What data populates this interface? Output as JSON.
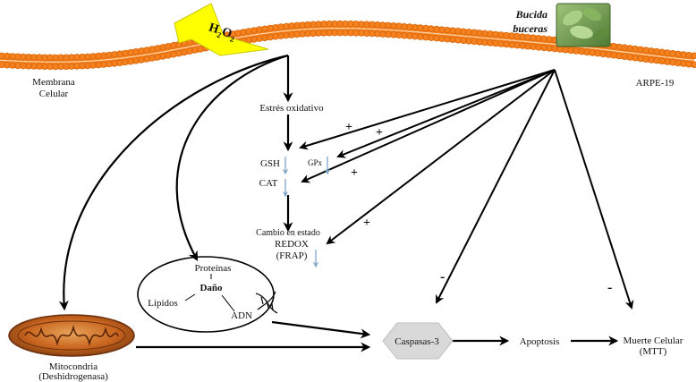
{
  "labels": {
    "membrane_line1": "Membrana",
    "membrane_line2": "Celular",
    "cell_line": "ARPE-19",
    "plant_line1": "Bucida",
    "plant_line2": "buceras",
    "stressor_main": "H",
    "stressor_sub1": "2",
    "stressor_mid": "O",
    "stressor_sub2": "2",
    "oxidative_stress": "Estrés oxidativo",
    "gsh": "GSH",
    "gpx": "GPx",
    "cat": "CAT",
    "redox_line1": "Cambio en estado",
    "redox_line2": "REDOX",
    "redox_line3": "(FRAP)",
    "proteins": "Proteínas",
    "damage": "Daño",
    "lipids": "Lípidos",
    "dna": "ADN",
    "mito_line1": "Mitocondria",
    "mito_line2": "(Deshidrogenasa)",
    "caspase": "Caspasas-3",
    "apoptosis": "Apoptosis",
    "death_line1": "Muerte Celular",
    "death_line2": "(MTT)"
  },
  "signs": {
    "plus_gsh": "+",
    "plus_gpx": "+",
    "plus_cat": "+",
    "plus_redox": "+",
    "minus_caspase": "-",
    "minus_death": "-"
  },
  "colors": {
    "membrane": "#f5821f",
    "membrane_dark": "#d9650a",
    "lightning": "#ffff00",
    "caspase_fill": "#d9d9d9",
    "decrease_arrow": "#7ea6c9",
    "mito_body": "#c8641e",
    "mito_dark": "#6b2f0c",
    "leaf": "#6f9a4a"
  }
}
